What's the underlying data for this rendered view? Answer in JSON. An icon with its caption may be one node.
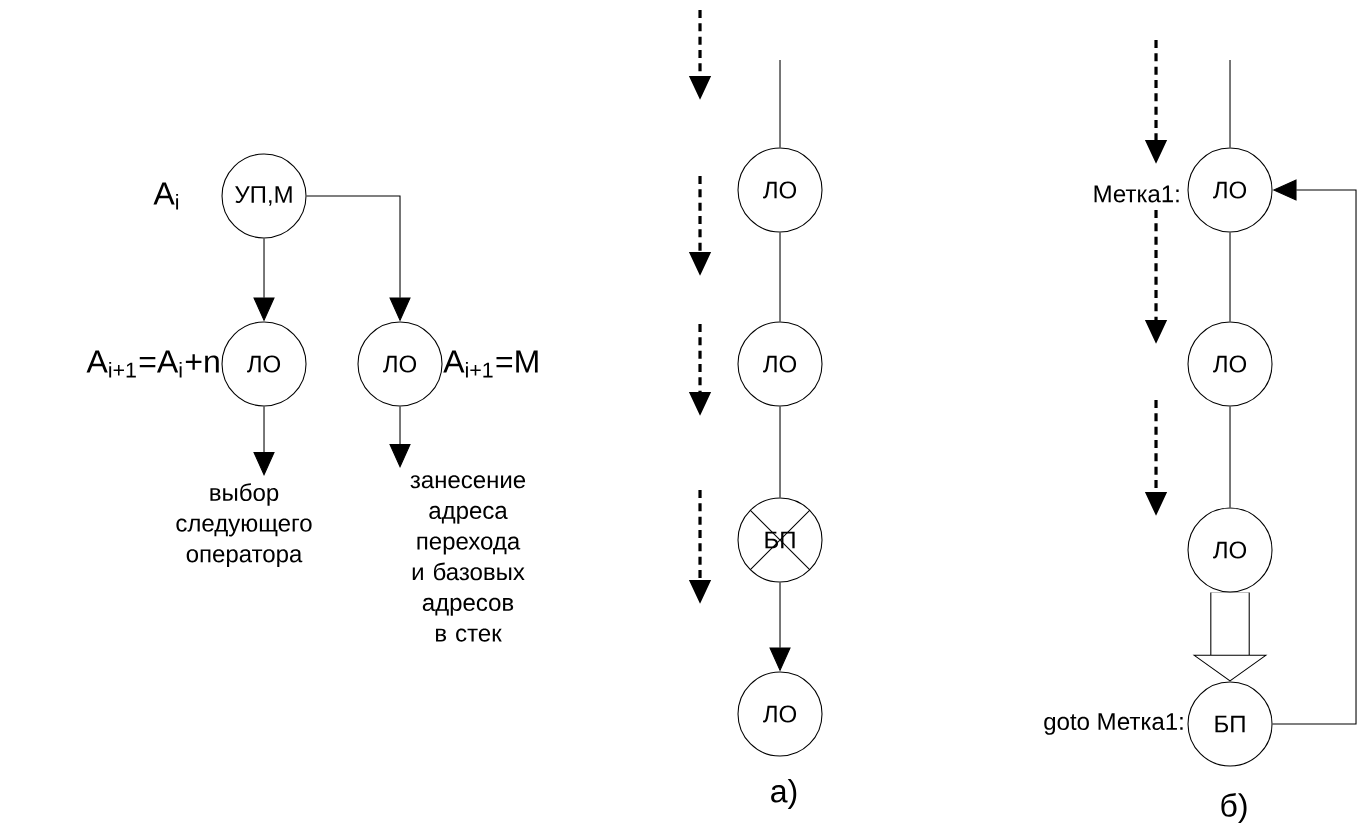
{
  "diagram": {
    "nodes": [
      {
        "text": [
          "УП,М"
        ],
        "beside": [
          "A$_{i}$"
        ]
      },
      {
        "text": [
          "ЛО"
        ],
        "beside": [
          "A$_{i+1}$=A$_{i}$+n"
        ]
      },
      {
        "text": [
          "ЛО"
        ],
        "beside": [
          "A$_{i+1}$=M"
        ]
      },
      {
        "text": [
          "ЛО"
        ]
      },
      {
        "text": [
          "ЛО"
        ]
      },
      {
        "text": [
          "БП"
        ]
      },
      {
        "text": [
          "ЛО"
        ],
        "beside": [
          "а)"
        ]
      },
      {
        "text": [
          "ЛО"
        ],
        "beside": [
          "Метка1:"
        ]
      },
      {
        "text": [
          "ЛО"
        ]
      },
      {
        "text": [
          "ЛО"
        ]
      },
      {
        "text": [
          "БП"
        ],
        "beside": [
          "goto Метка1:",
          "б)"
        ]
      },
      {
        "text": [
          "выбор следующего оператора"
        ]
      },
      {
        "text": [
          "занесение адреса перехода и базовых адресов в стек"
        ]
      }
    ],
    "edges": [
      {
        "from": 0,
        "to": 1,
        "arrow": "to"
      },
      {
        "from": 0,
        "to": 2,
        "arrow": "to"
      },
      {
        "from": 1,
        "to": 11,
        "arrow": "to"
      },
      {
        "from": 2,
        "to": 12,
        "arrow": "to"
      },
      {
        "from": null,
        "to": 3,
        "arrow": "none"
      },
      {
        "from": 3,
        "to": 4,
        "arrow": "none"
      },
      {
        "from": 4,
        "to": 5,
        "arrow": "none"
      },
      {
        "from": 5,
        "to": 6,
        "arrow": "to"
      },
      {
        "from": null,
        "to": 7,
        "arrow": "none"
      },
      {
        "from": 7,
        "to": 8,
        "arrow": "none"
      },
      {
        "from": 8,
        "to": 9,
        "arrow": "none"
      },
      {
        "from": 9,
        "to": 10,
        "arrow": "to",
        "style": "thick"
      },
      {
        "from": 10,
        "to": 7,
        "arrow": "to"
      }
    ]
  }
}
